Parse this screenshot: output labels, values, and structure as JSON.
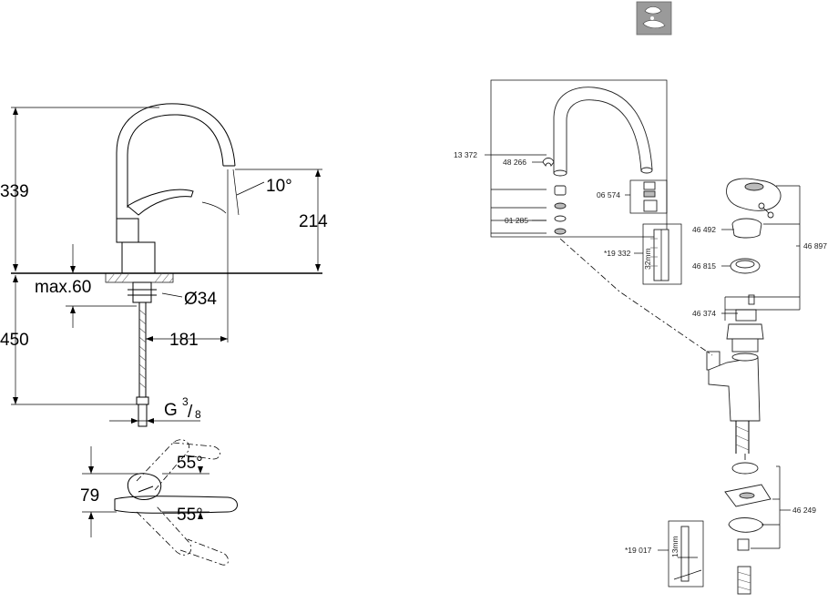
{
  "dimensions": {
    "total_height": "339",
    "spout_angle": "10°",
    "spout_height": "214",
    "max_thickness": "max.60",
    "hole_diameter": "Ø34",
    "hose_length": "450",
    "reach": "181",
    "connection_main": "G",
    "connection_num": "3",
    "connection_den": "8",
    "handle_depth": "79",
    "lever_angle_top": "55°",
    "lever_angle_bottom": "55°"
  },
  "parts": {
    "p13372": "13 372",
    "p48266": "48 266",
    "p06574": "06 574",
    "p01285": "01 285",
    "p19332": "*19 332",
    "p32mm": "32mm",
    "p46492": "46 492",
    "p46815": "46 815",
    "p46897": "46 897",
    "p46374": "46 374",
    "p46249": "46 249",
    "p19017": "*19 017",
    "p13mm": "13mm"
  },
  "icons": {
    "care": "tool-care-icon"
  }
}
